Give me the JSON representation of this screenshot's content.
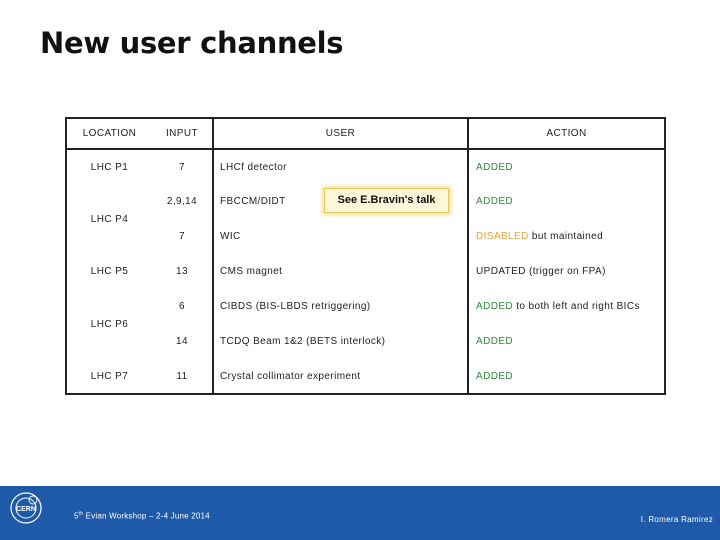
{
  "slide": {
    "title": "New user channels"
  },
  "table": {
    "headers": {
      "location": "LOCATION",
      "input": "INPUT",
      "user": "USER",
      "action": "ACTION"
    },
    "locations": {
      "p1": "LHC P1",
      "p4": "LHC P4",
      "p5": "LHC P5",
      "p6": "LHC P6",
      "p7": "LHC P7"
    },
    "rows": [
      {
        "input": "7",
        "user": "LHCf detector",
        "action_status": "ADDED",
        "action_note": ""
      },
      {
        "input": "2,9,14",
        "user": "FBCCM/DIDT",
        "action_status": "ADDED",
        "action_note": ""
      },
      {
        "input": "7",
        "user": "WIC",
        "action_status": "DISABLED",
        "action_note": "but maintained"
      },
      {
        "input": "13",
        "user": "CMS magnet",
        "action_status": "UPDATED (trigger on FPA)",
        "action_note": ""
      },
      {
        "input": "6",
        "user": "CIBDS (BIS-LBDS retriggering)",
        "action_status": "ADDED",
        "action_note": "to both left and right BICs"
      },
      {
        "input": "14",
        "user": "TCDQ Beam 1&2 (BETS interlock)",
        "action_status": "ADDED",
        "action_note": ""
      },
      {
        "input": "11",
        "user": "Crystal collimator experiment",
        "action_status": "ADDED",
        "action_note": ""
      }
    ],
    "callout": "See E.Bravin's talk"
  },
  "colors": {
    "added": "#2e8b3a",
    "disabled": "#e8a33a",
    "footer_bg": "#1f5aa8"
  },
  "footer": {
    "event_pre": "5",
    "event_sup": "th",
    "event_post": " Evian Workshop – 2-4 June 2014",
    "author": "I. Romera Ramirez",
    "logo_icon": "cern-logo-icon"
  }
}
